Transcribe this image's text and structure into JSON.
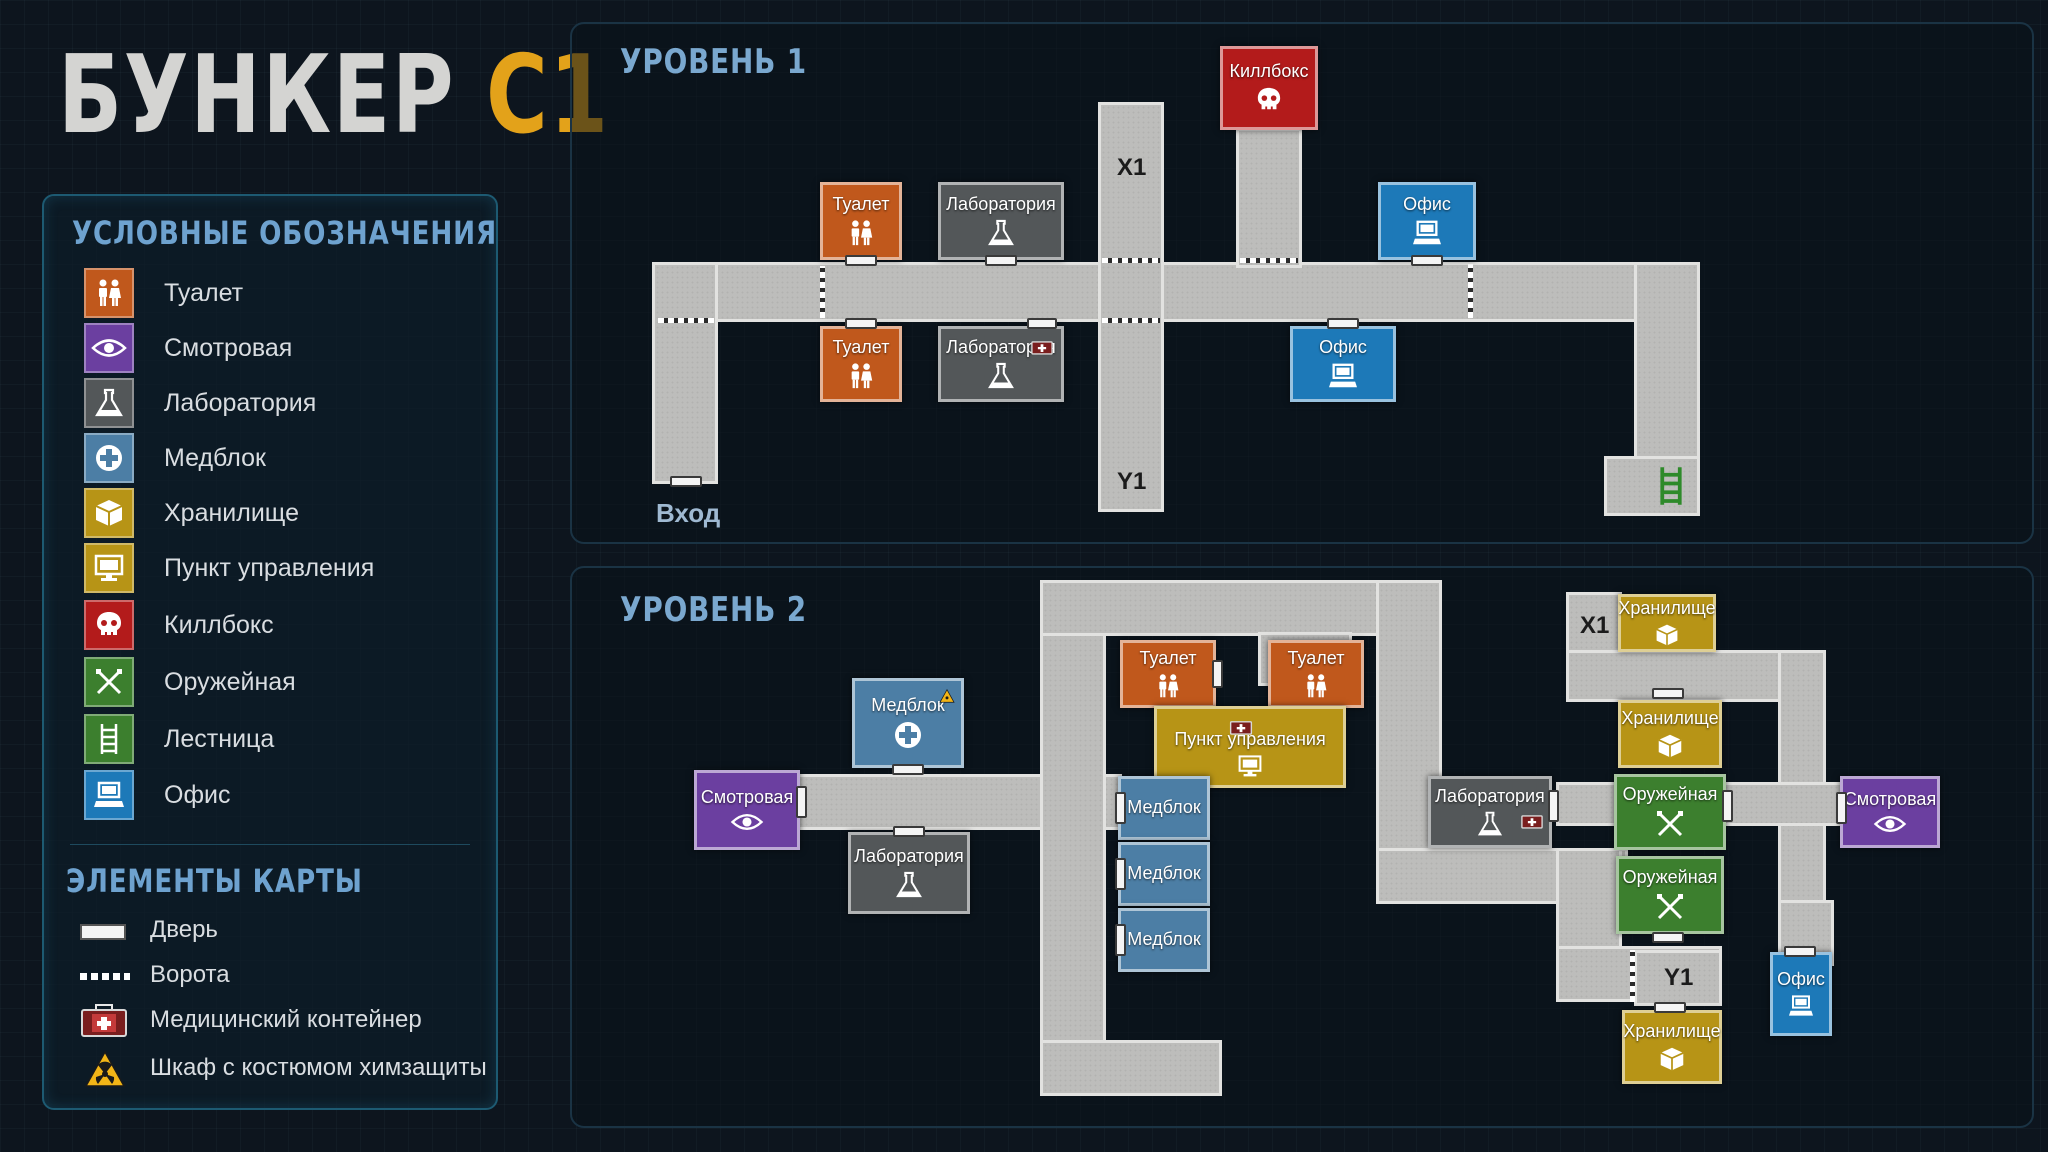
{
  "title": {
    "part1": "БУНКЕР",
    "part2": "C1"
  },
  "legend": {
    "title": "УСЛОВНЫЕ ОБОЗНАЧЕНИЯ",
    "items": [
      {
        "label": "Туалет",
        "color": "#c0581c",
        "icon": "toilet-icon"
      },
      {
        "label": "Смотровая",
        "color": "#6b3fa0",
        "icon": "eye-icon"
      },
      {
        "label": "Лаборатория",
        "color": "#535759",
        "icon": "flask-icon"
      },
      {
        "label": "Медблок",
        "color": "#4c7ea5",
        "icon": "medical-cross-icon"
      },
      {
        "label": "Хранилище",
        "color": "#b79416",
        "icon": "crate-icon"
      },
      {
        "label": "Пункт управления",
        "color": "#b79416",
        "icon": "monitor-icon"
      },
      {
        "label": "Киллбокс",
        "color": "#b31b1b",
        "icon": "skull-icon"
      },
      {
        "label": "Оружейная",
        "color": "#3c7f2e",
        "icon": "crossed-swords-icon"
      },
      {
        "label": "Лестница",
        "color": "#3c7f2e",
        "icon": "ladder-icon"
      },
      {
        "label": "Офис",
        "color": "#1d79b8",
        "icon": "computer-icon"
      }
    ]
  },
  "elements": {
    "title": "ЭЛЕМЕНТЫ КАРТЫ",
    "items": [
      {
        "label": "Дверь",
        "icon": "door-icon"
      },
      {
        "label": "Ворота",
        "icon": "gate-icon"
      },
      {
        "label": "Медицинский контейнер",
        "icon": "medkit-icon"
      },
      {
        "label": "Шкаф с костюмом химзащиты",
        "icon": "hazard-icon"
      }
    ]
  },
  "level1": {
    "title": "УРОВЕНЬ 1",
    "entrance": "Вход",
    "markers": {
      "x1": "X1",
      "y1": "Y1"
    },
    "rooms": {
      "toilet_top": "Туалет",
      "lab_top": "Лаборатория",
      "kill": "Киллбокс",
      "office_top": "Офис",
      "toilet_bottom": "Туалет",
      "lab_bottom": "Лаборатория",
      "office_bottom": "Офис"
    }
  },
  "level2": {
    "title": "УРОВЕНЬ 2",
    "markers": {
      "x1": "X1",
      "y1": "Y1"
    },
    "rooms": {
      "med_left": "Медблок",
      "watch_left": "Смотровая",
      "lab_left": "Лаборатория",
      "toilet_a": "Туалет",
      "toilet_b": "Туалет",
      "control": "Пункт управления",
      "med_1": "Медблок",
      "med_2": "Медблок",
      "med_3": "Медблок",
      "storage_top": "Хранилище",
      "storage_mid": "Хранилище",
      "lab_right": "Лаборатория",
      "weapon_top": "Оружейная",
      "weapon_bottom": "Оружейная",
      "watch_right": "Смотровая",
      "office": "Офис",
      "storage_bottom": "Хранилище"
    }
  }
}
